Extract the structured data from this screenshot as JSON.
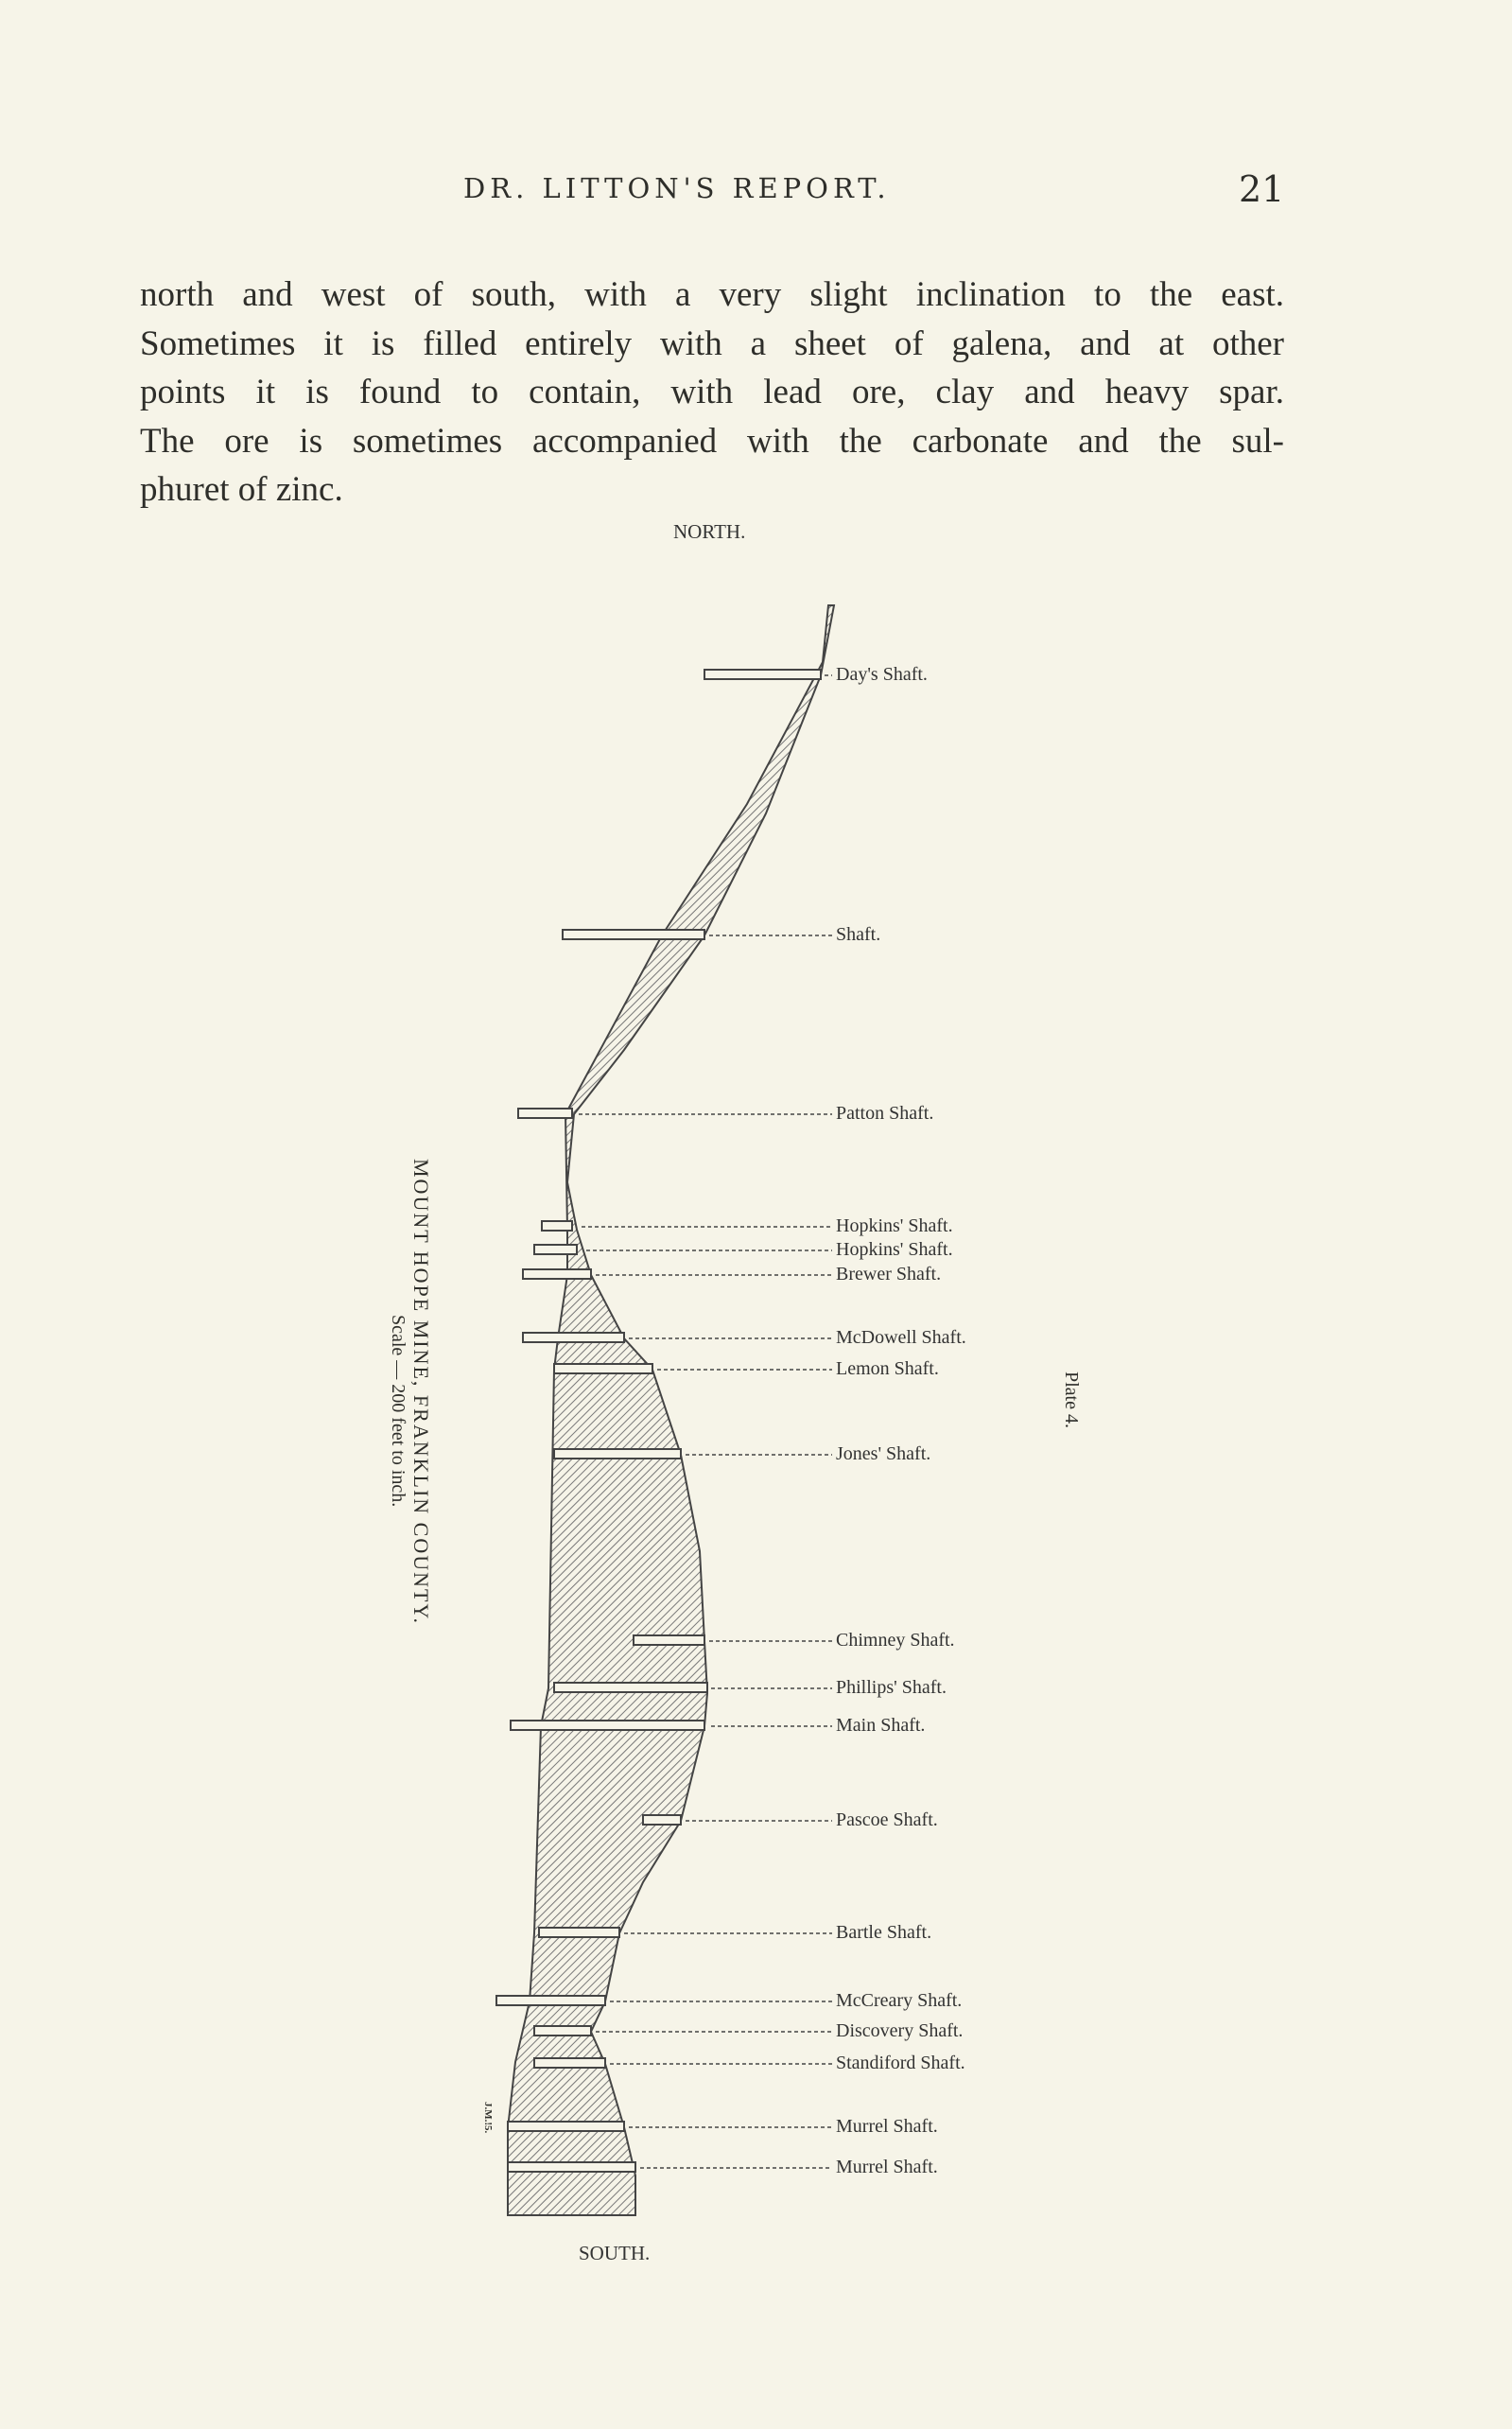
{
  "header": {
    "running_head": "DR. LITTON'S REPORT.",
    "page_number": "21"
  },
  "body": {
    "lines": [
      "north and west of south, with a very slight inclination to the east.",
      "Sometimes it is filled entirely with a sheet of galena, and at other",
      "points it is found to contain, with lead ore, clay and heavy spar.",
      "The ore is sometimes accompanied with the carbonate and the sul-",
      "phuret of zinc."
    ]
  },
  "figure": {
    "north_label": "NORTH.",
    "south_label": "SOUTH.",
    "title": "MOUNT HOPE MINE, FRANKLIN COUNTY.",
    "scale": "Scale — 200 feet to inch.",
    "plate": "Plate 4.",
    "engraver_initials": "J.M.!5.",
    "shafts": [
      "Day's Shaft.",
      "Shaft.",
      "Patton Shaft.",
      "Hopkins' Shaft.",
      "Hopkins' Shaft.",
      "Brewer Shaft.",
      "McDowell Shaft.",
      "Lemon Shaft.",
      "Jones' Shaft.",
      "Chimney Shaft.",
      "Phillips' Shaft.",
      "Main Shaft.",
      "Pascoe Shaft.",
      "Bartle Shaft.",
      "McCreary Shaft.",
      "Discovery Shaft.",
      "Standiford Shaft.",
      "Murrel Shaft.",
      "Murrel Shaft."
    ]
  }
}
